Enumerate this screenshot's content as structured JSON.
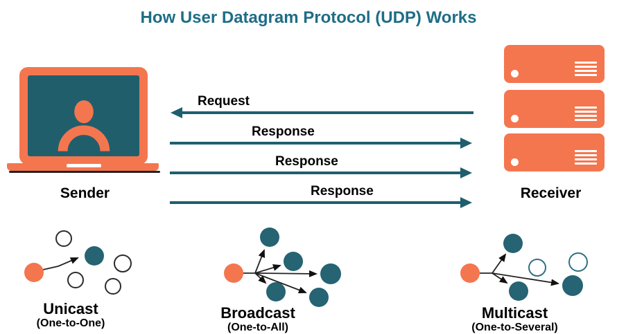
{
  "title": "How User Datagram Protocol (UDP) Works",
  "colors": {
    "orange": "#F4764F",
    "screen_teal": "#215E6C",
    "node_teal": "#266373",
    "node_teal_stroke": "#2E7081",
    "empty_node_stroke": "#2B2B2B",
    "arrow_teal": "#1F5F6D",
    "title_teal": "#1E6D86",
    "white": "#FFFFFF"
  },
  "sender": {
    "label": "Sender"
  },
  "receiver": {
    "label": "Receiver"
  },
  "arrows": [
    {
      "label": "Request",
      "direction": "left"
    },
    {
      "label": "Response",
      "direction": "right"
    },
    {
      "label": "Response",
      "direction": "right"
    },
    {
      "label": "Response",
      "direction": "right"
    }
  ],
  "cast_types": [
    {
      "name": "Unicast",
      "subtitle": "(One-to-One)"
    },
    {
      "name": "Broadcast",
      "subtitle": "(One-to-All)"
    },
    {
      "name": "Multicast",
      "subtitle": "(One-to-Several)"
    }
  ]
}
